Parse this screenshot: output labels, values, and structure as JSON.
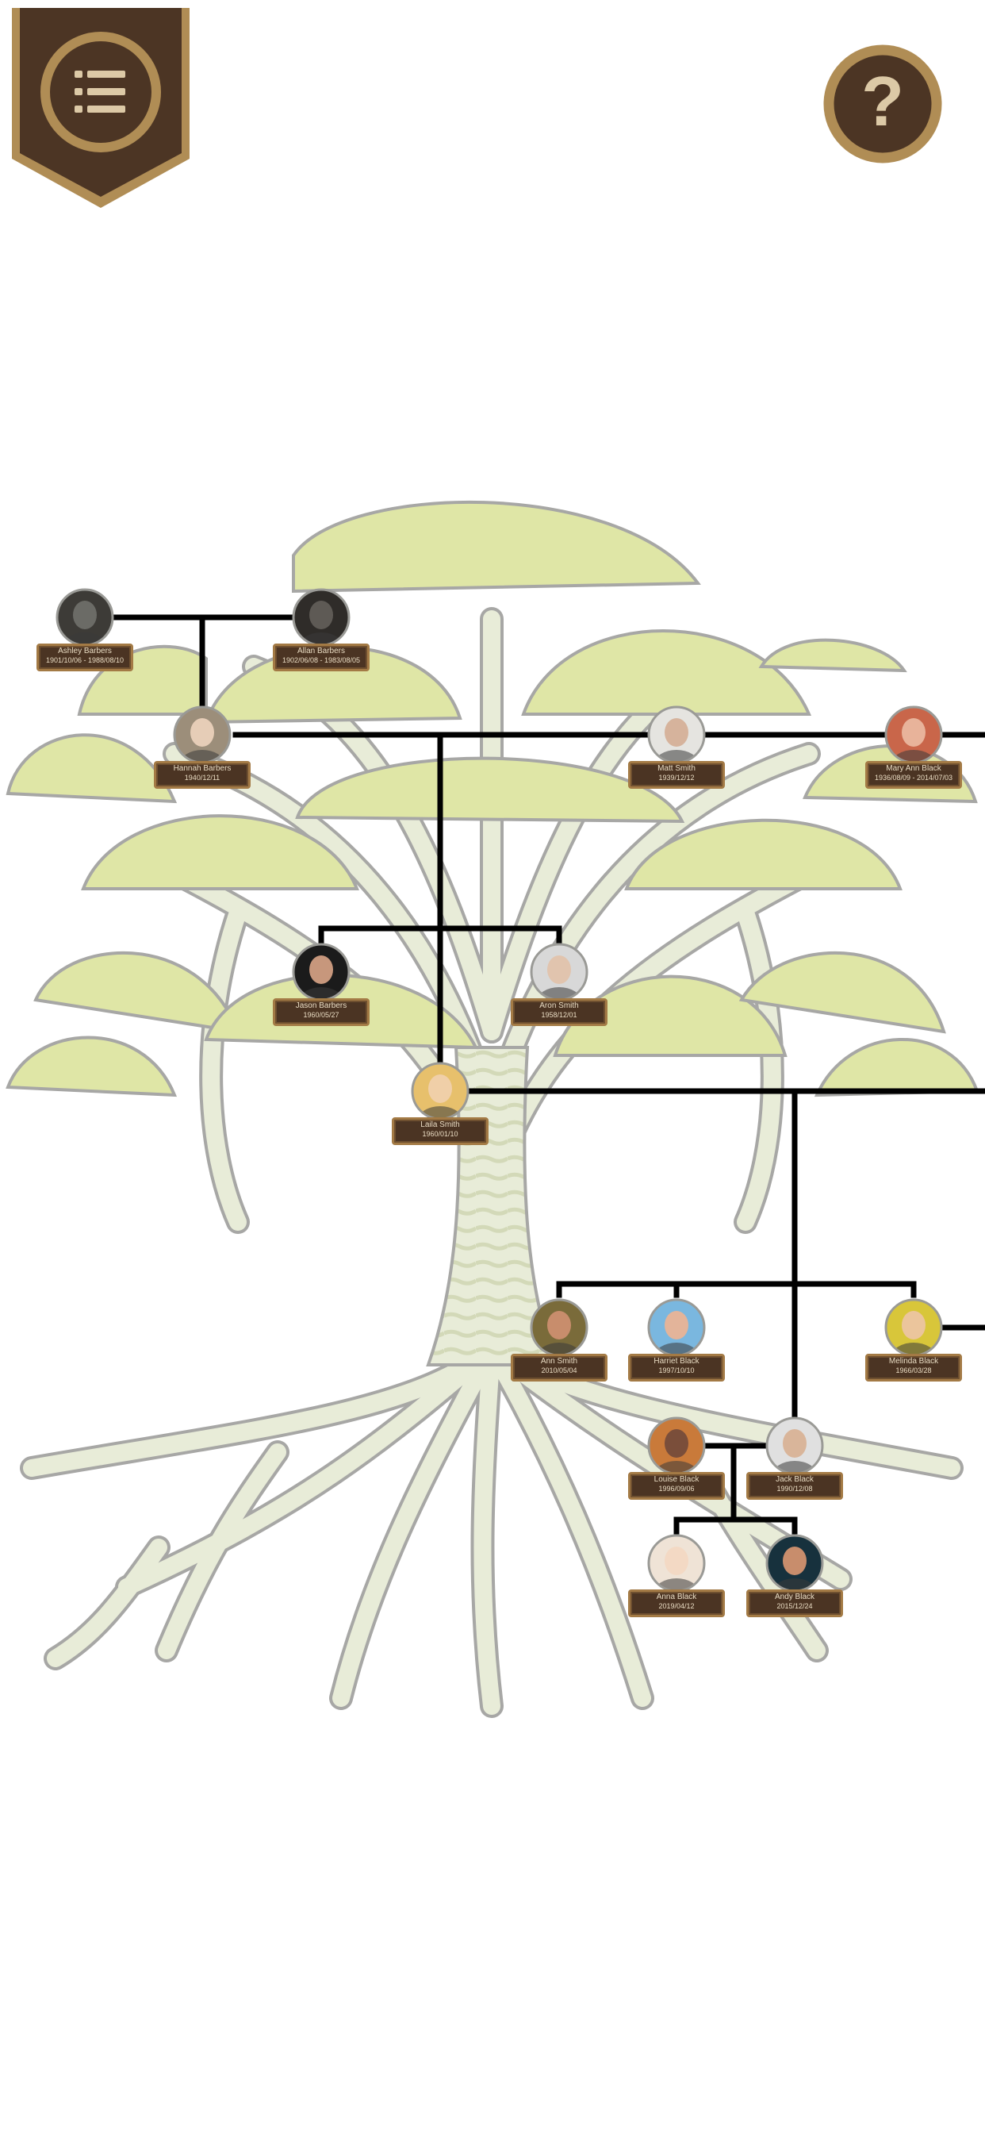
{
  "controls": {
    "menu_icon": "list-icon",
    "help_icon": "help-icon",
    "help_glyph": "?"
  },
  "colors": {
    "banner": "#4c3524",
    "banner_trim": "#b08d55",
    "canopy": "#dfe6a6",
    "trunk": "#e8ecd8",
    "tree_outline": "#a7a7a5",
    "connector": "#000000",
    "plate": "#4b3423",
    "plate_border": "#a37a45",
    "plate_text": "#e9dcc3"
  },
  "people": {
    "ashley_barbers": {
      "name": "Ashley Barbers",
      "dates": "1901/10/06 - 1988/08/10"
    },
    "allan_barbers": {
      "name": "Allan Barbers",
      "dates": "1902/06/08 - 1983/08/05"
    },
    "hannah_barbers": {
      "name": "Hannah Barbers",
      "dates": "1940/12/11"
    },
    "matt_smith": {
      "name": "Matt Smith",
      "dates": "1939/12/12"
    },
    "mary_ann_black": {
      "name": "Mary Ann Black",
      "dates": "1936/08/09 - 2014/07/03"
    },
    "jason_barbers": {
      "name": "Jason Barbers",
      "dates": "1960/05/27"
    },
    "aron_smith": {
      "name": "Aron Smith",
      "dates": "1958/12/01"
    },
    "laila_smith": {
      "name": "Laila Smith",
      "dates": "1960/01/10"
    },
    "ann_smith": {
      "name": "Ann Smith",
      "dates": "2010/05/04"
    },
    "harriet_black": {
      "name": "Harriet Black",
      "dates": "1997/10/10"
    },
    "melinda_black": {
      "name": "Melinda Black",
      "dates": "1966/03/28"
    },
    "louise_black": {
      "name": "Louise Black",
      "dates": "1996/09/06"
    },
    "jack_black": {
      "name": "Jack Black",
      "dates": "1990/12/08"
    },
    "anna_black": {
      "name": "Anna Black",
      "dates": "2019/04/12"
    },
    "andy_black": {
      "name": "Andy Black",
      "dates": "2015/12/24"
    }
  }
}
